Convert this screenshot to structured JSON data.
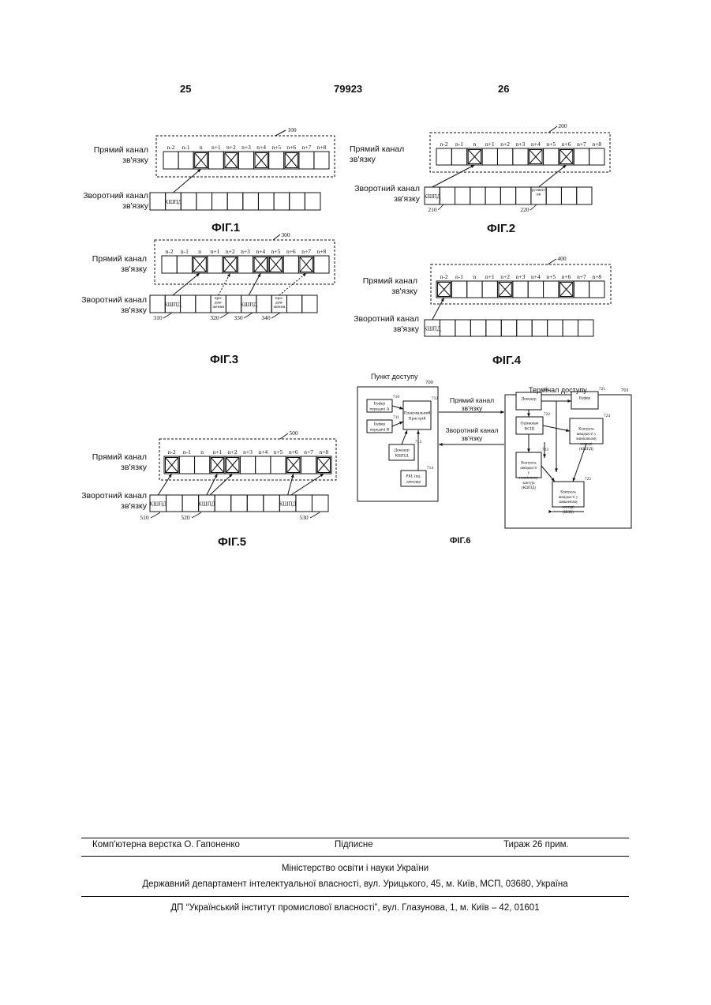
{
  "header": {
    "left_page": "25",
    "patent_number": "79923",
    "right_page": "26"
  },
  "labels": {
    "forward_channel": "Прямий канал зв'язку",
    "reverse_channel": "Зворотний канал зв'язку"
  },
  "slot_labels": [
    "n-2",
    "n-1",
    "n",
    "n+1",
    "n+2",
    "n+3",
    "n+4",
    "n+5",
    "n+6",
    "n+7",
    "n+8"
  ],
  "fig1": {
    "caption": "ФІГ.1",
    "ref": "100",
    "cqi": "КШПД"
  },
  "fig2": {
    "caption": "ФІГ.2",
    "ref": "200",
    "cqi": "КШПД",
    "cont": "рупвен-ня",
    "ref_a": "210",
    "ref_b": "220"
  },
  "fig3": {
    "caption": "ФІГ.3",
    "ref": "300",
    "cqi": "КШПД",
    "cont": "про-дов-ження",
    "refs": [
      "310",
      "320",
      "330",
      "340"
    ]
  },
  "fig4": {
    "caption": "ФІГ.4",
    "ref": "400",
    "cqi": "КШПД"
  },
  "fig5": {
    "caption": "ФІГ.5",
    "ref": "500",
    "cqi": "КШПД",
    "refs": [
      "510",
      "520",
      "530"
    ]
  },
  "fig6": {
    "caption": "ФІГ.6",
    "access_point": "Пункт доступу",
    "access_terminal": "Термінал доступу",
    "forward": "Прямий канал зв'язку",
    "reverse": "Зворотний канал зв'язку",
    "ref_ap": "700",
    "ref_at": "701",
    "blocks": {
      "b710": {
        "ref": "710",
        "text": "Буфер передачі А"
      },
      "b711": {
        "ref": "711",
        "text": "Буфер передачі В"
      },
      "b712": {
        "ref": "712",
        "text": "Планувальний Пристрій"
      },
      "b713": {
        "ref": "713",
        "text": "Декодер КШПД"
      },
      "b714": {
        "ref": "714",
        "text": "РБL інд. декодер"
      },
      "b720": {
        "ref": "720",
        "text": "Декодер"
      },
      "b721": {
        "ref": "721",
        "text": "Буфер"
      },
      "b722": {
        "ref": "722",
        "text": "Оцінювач ВСШ"
      },
      "b723": {
        "ref": "723",
        "text": "Контроль швидкості у незмінному контурі (КШПД)"
      },
      "b724": {
        "ref": "724",
        "text": "Контроль швидкості у зовнішньому контурі (КШПД)"
      },
      "b725": {
        "ref": "725",
        "text": "Контроль швидкості у замкненому контурі (ШЗК)"
      }
    }
  },
  "footer": {
    "layout": "Комп'ютерна верстка О. Гапоненко",
    "signed": "Підписне",
    "print_run": "Тираж 26 прим.",
    "ministry": "Міністерство освіти і науки України",
    "department": "Державний департамент інтелектуальної власності, вул. Урицького, 45, м. Київ, МСП, 03680, Україна",
    "enterprise": "ДП “Український інститут промислової власності”, вул. Глазунова, 1, м. Київ – 42, 01601"
  }
}
